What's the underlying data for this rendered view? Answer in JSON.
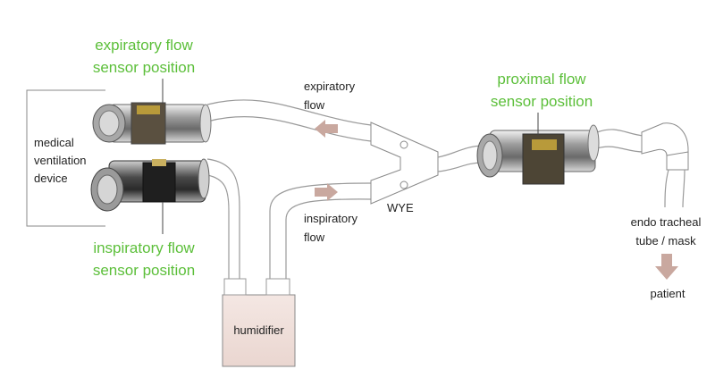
{
  "labels": {
    "expiratory_sensor_l1": "expiratory flow",
    "expiratory_sensor_l2": "sensor position",
    "inspiratory_sensor_l1": "inspiratory flow",
    "inspiratory_sensor_l2": "sensor position",
    "proximal_sensor_l1": "proximal flow",
    "proximal_sensor_l2": "sensor position",
    "device_l1": "medical",
    "device_l2": "ventilation",
    "device_l3": "device",
    "expiratory_flow_l1": "expiratory",
    "expiratory_flow_l2": "flow",
    "inspiratory_flow_l1": "inspiratory",
    "inspiratory_flow_l2": "flow",
    "wye": "WYE",
    "humidifier": "humidifier",
    "tube_l1": "endo tracheal",
    "tube_l2": "tube / mask",
    "patient": "patient"
  },
  "colors": {
    "sensor_label": "#5cbf3a",
    "flow_arrow": "#c9a89f",
    "humidifier_fill": "#efe0dc",
    "outline": "#8a8a8a"
  }
}
